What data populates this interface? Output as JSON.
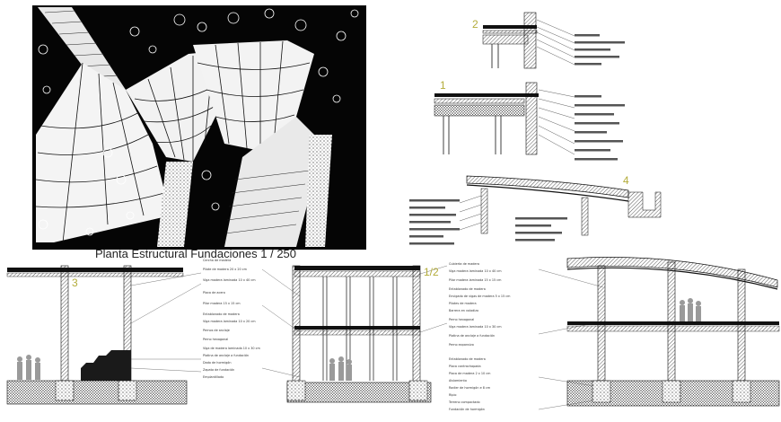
{
  "drawing": {
    "plan_title": "Planta Estructural Fundaciones 1 / 250",
    "detail_numbers": [
      "1",
      "2",
      "3",
      "4",
      "1/2"
    ],
    "colors": {
      "ink": "#111111",
      "accent": "#b3ac3a",
      "paper": "#ffffff"
    }
  },
  "annotations_mid": [
    "Cercha de madera",
    "Pilote de madera 20 x 20 cm",
    "Viga madera laminada 10 x 40 cm",
    "Placa de acero",
    "Pilar madera 15 x 15 cm",
    "Entablonado de madera",
    "Viga madera laminada 10 x 20 cm",
    "Pernos de anclaje",
    "Perno hexagonal",
    "Viga de madera laminada 10 x 30 cm",
    "Platina de anclaje a fundación",
    "Dado de hormigón",
    "Zapata de fundación",
    "Emplantillado"
  ],
  "annotations_right": [
    "Cubierta de madera",
    "Viga madera laminada 10 x 40 cm",
    "Pilar madera laminada 15 x 15 cm",
    "Entablonado de madera",
    "Envigado de vigas de madera 5 x 15 cm",
    "Pilotes de madera",
    "Barrera en voladizo",
    "Perno hexagonal",
    "Viga madera laminada 10 x 30 cm",
    "Platina de anclaje a fundación",
    "Perno expansivo",
    "Entablonado de madera",
    "Placa contrachapada",
    "Placa de madera 2 x 10 cm",
    "Aislamiento",
    "Radier de hormigón e 8 cm",
    "Ripio",
    "Terreno compactado",
    "Fundación de hormigón"
  ]
}
